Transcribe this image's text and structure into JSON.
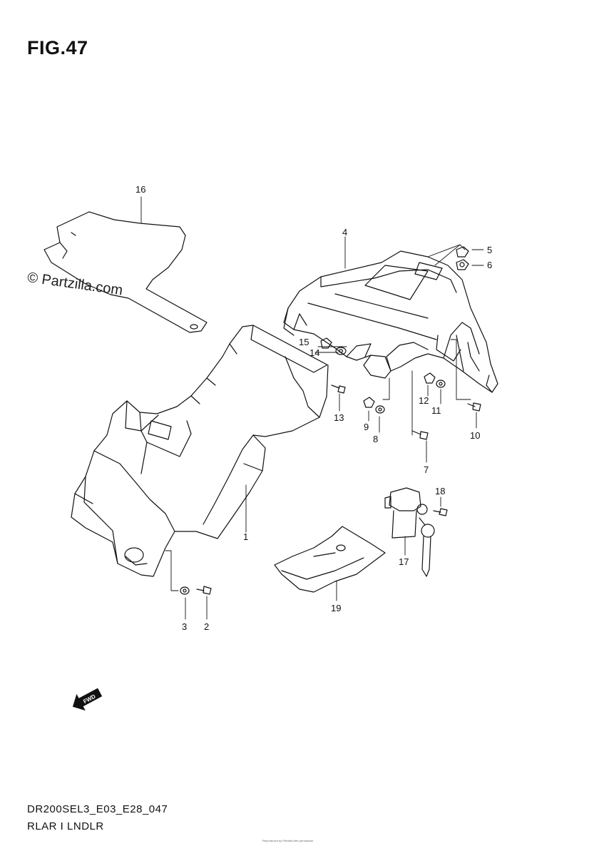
{
  "figure": {
    "title": "FIG.47"
  },
  "watermark": "© Partzilla.com",
  "callouts": [
    {
      "id": "c1",
      "text": "1"
    },
    {
      "id": "c2",
      "text": "2"
    },
    {
      "id": "c3",
      "text": "3"
    },
    {
      "id": "c4",
      "text": "4"
    },
    {
      "id": "c5",
      "text": "5"
    },
    {
      "id": "c6",
      "text": "6"
    },
    {
      "id": "c7",
      "text": "7"
    },
    {
      "id": "c8",
      "text": "8"
    },
    {
      "id": "c9",
      "text": "9"
    },
    {
      "id": "c10",
      "text": "10"
    },
    {
      "id": "c11",
      "text": "11"
    },
    {
      "id": "c12",
      "text": "12"
    },
    {
      "id": "c13",
      "text": "13"
    },
    {
      "id": "c14",
      "text": "14"
    },
    {
      "id": "c15",
      "text": "15"
    },
    {
      "id": "c16",
      "text": "16"
    },
    {
      "id": "c17",
      "text": "17"
    },
    {
      "id": "c18",
      "text": "18"
    },
    {
      "id": "c19",
      "text": "19"
    }
  ],
  "forward_badge": "FWD",
  "footer": {
    "code": "DR200SEL3_E03_E28_047",
    "name": "RLAR I LNDLR",
    "copyright": "Reproduced by Partzilla with permission"
  }
}
